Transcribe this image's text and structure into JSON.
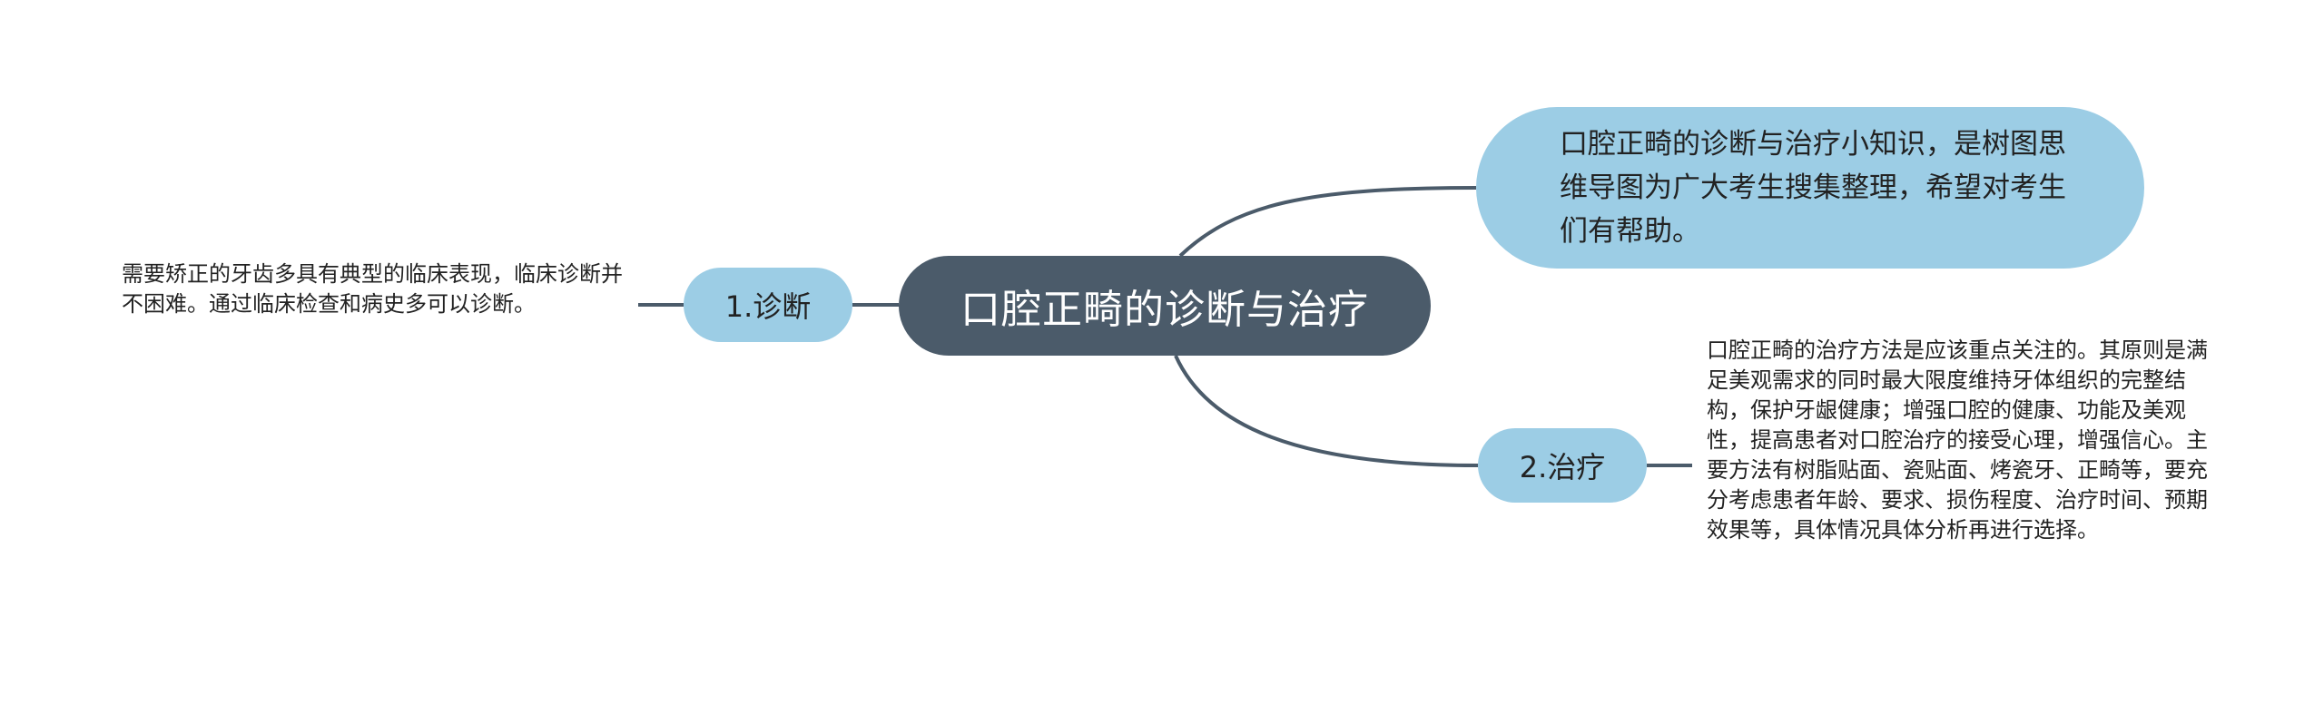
{
  "central": {
    "title": "口腔正畸的诊断与治疗"
  },
  "intro": {
    "text": "口腔正畸的诊断与治疗小知识，是树图思维导图为广大考生搜集整理，希望对考生们有帮助。"
  },
  "branches": [
    {
      "label": "1.诊断",
      "detail": "需要矫正的牙齿多具有典型的临床表现，临床诊断并不困难。通过临床检查和病史多可以诊断。"
    },
    {
      "label": "2.治疗",
      "detail": "口腔正畸的治疗方法是应该重点关注的。其原则是满足美观需求的同时最大限度维持牙体组织的完整结构，保护牙龈健康；增强口腔的健康、功能及美观性，提高患者对口腔治疗的接受心理，增强信心。主要方法有树脂贴面、瓷贴面、烤瓷牙、正畸等，要充分考虑患者年龄、要求、损伤程度、治疗时间、预期效果等，具体情况具体分析再进行选择。"
    }
  ],
  "colors": {
    "central_fill": "#4b5b6a",
    "branch_fill": "#9ccde5",
    "connector": "#4b5b6a",
    "text": "#222222",
    "central_text": "#ffffff"
  }
}
